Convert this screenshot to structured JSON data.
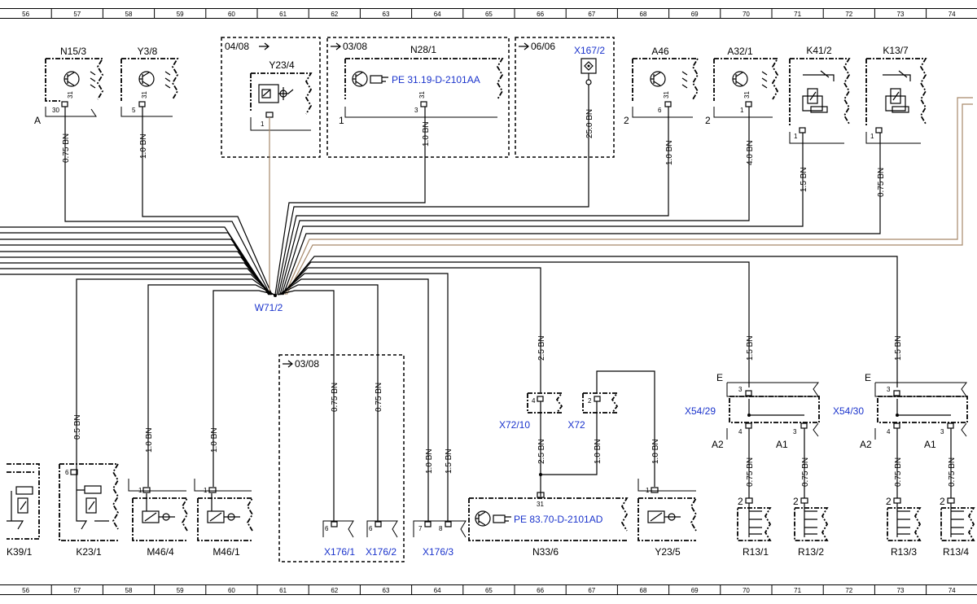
{
  "grid_numbers": [
    "56",
    "57",
    "58",
    "59",
    "60",
    "61",
    "62",
    "63",
    "64",
    "65",
    "66",
    "67",
    "68",
    "69",
    "70",
    "71",
    "72",
    "73",
    "74"
  ],
  "top_components": {
    "n15_3": "N15/3",
    "y3_8": "Y3/8",
    "y23_4": "Y23/4",
    "n28_1": "N28/1",
    "x167_2": "X167/2",
    "a46": "A46",
    "a32_1": "A32/1",
    "k41_2": "K41/2",
    "k13_7": "K13/7"
  },
  "section_refs": {
    "s0408": "04/08",
    "s0308a": "03/08",
    "s0606": "06/06",
    "s0308b": "03/08"
  },
  "pe_refs": {
    "pe31": "PE 31.19-D-2101AA",
    "pe83": "PE 83.70-D-2101AD"
  },
  "side_labels": {
    "a": "A",
    "one": "1",
    "two_a46": "2",
    "two_a32": "2"
  },
  "pin_labels": {
    "p30": "30",
    "p31a": "31",
    "p5": "5",
    "p31b": "31",
    "p1a": "1",
    "p3": "3",
    "p31c": "31",
    "p6a": "6",
    "p31d": "31",
    "p1b": "1",
    "p31e": "31",
    "p1c": "1",
    "p1d": "1",
    "p6b": "6",
    "p1e": "1",
    "p1f": "1",
    "p6c": "6",
    "p6d": "6",
    "p7": "7",
    "p8": "8",
    "p4a": "4",
    "p2a": "2",
    "p31f": "31",
    "p1g": "1",
    "p3a": "3",
    "p4b": "4",
    "p3b": "3",
    "p3c": "3",
    "p4c": "4",
    "p3d": "3",
    "p2b": "2",
    "p2c": "2",
    "p2d": "2",
    "p2e": "2"
  },
  "wires": {
    "w1": "0.75 BN",
    "w2": "1.0 BN",
    "w3": "1.0 BN",
    "w4": "25.0 BN",
    "w5": "1.0 BN",
    "w6": "4.0 BN",
    "w7": "1.5 BN",
    "w8": "0.75 BN",
    "w9": "0.5 BN",
    "w10": "1.0 BN",
    "w11": "1.0 BN",
    "w12": "0.75 BN",
    "w13": "0.75 BN",
    "w14": "1.0 BN",
    "w15": "1.5 BN",
    "w16": "2.5 BN",
    "w17": "2.5 BN",
    "w18": "1.0 BN",
    "w19": "1.0 BN",
    "w20": "1.5 BN",
    "w21": "1.5 BN",
    "w22": "0.75 BN",
    "w23": "0.75 BN",
    "w24": "0.75 BN",
    "w25": "0.75 BN"
  },
  "splice": "W71/2",
  "connectors": {
    "x72_10": "X72/10",
    "x72": "X72",
    "x54_29": "X54/29",
    "x54_30": "X54/30",
    "x176_1": "X176/1",
    "x176_2": "X176/2",
    "x176_3": "X176/3"
  },
  "connector_sides": {
    "e1": "E",
    "a2_1": "A2",
    "a1_1": "A1",
    "e2": "E",
    "a2_2": "A2",
    "a1_2": "A1"
  },
  "bottom_components": {
    "k39_1": "K39/1",
    "k23_1": "K23/1",
    "m46_4": "M46/4",
    "m46_1": "M46/1",
    "n33_6": "N33/6",
    "y23_5": "Y23/5",
    "r13_1": "R13/1",
    "r13_2": "R13/2",
    "r13_3": "R13/3",
    "r13_4": "R13/4"
  }
}
